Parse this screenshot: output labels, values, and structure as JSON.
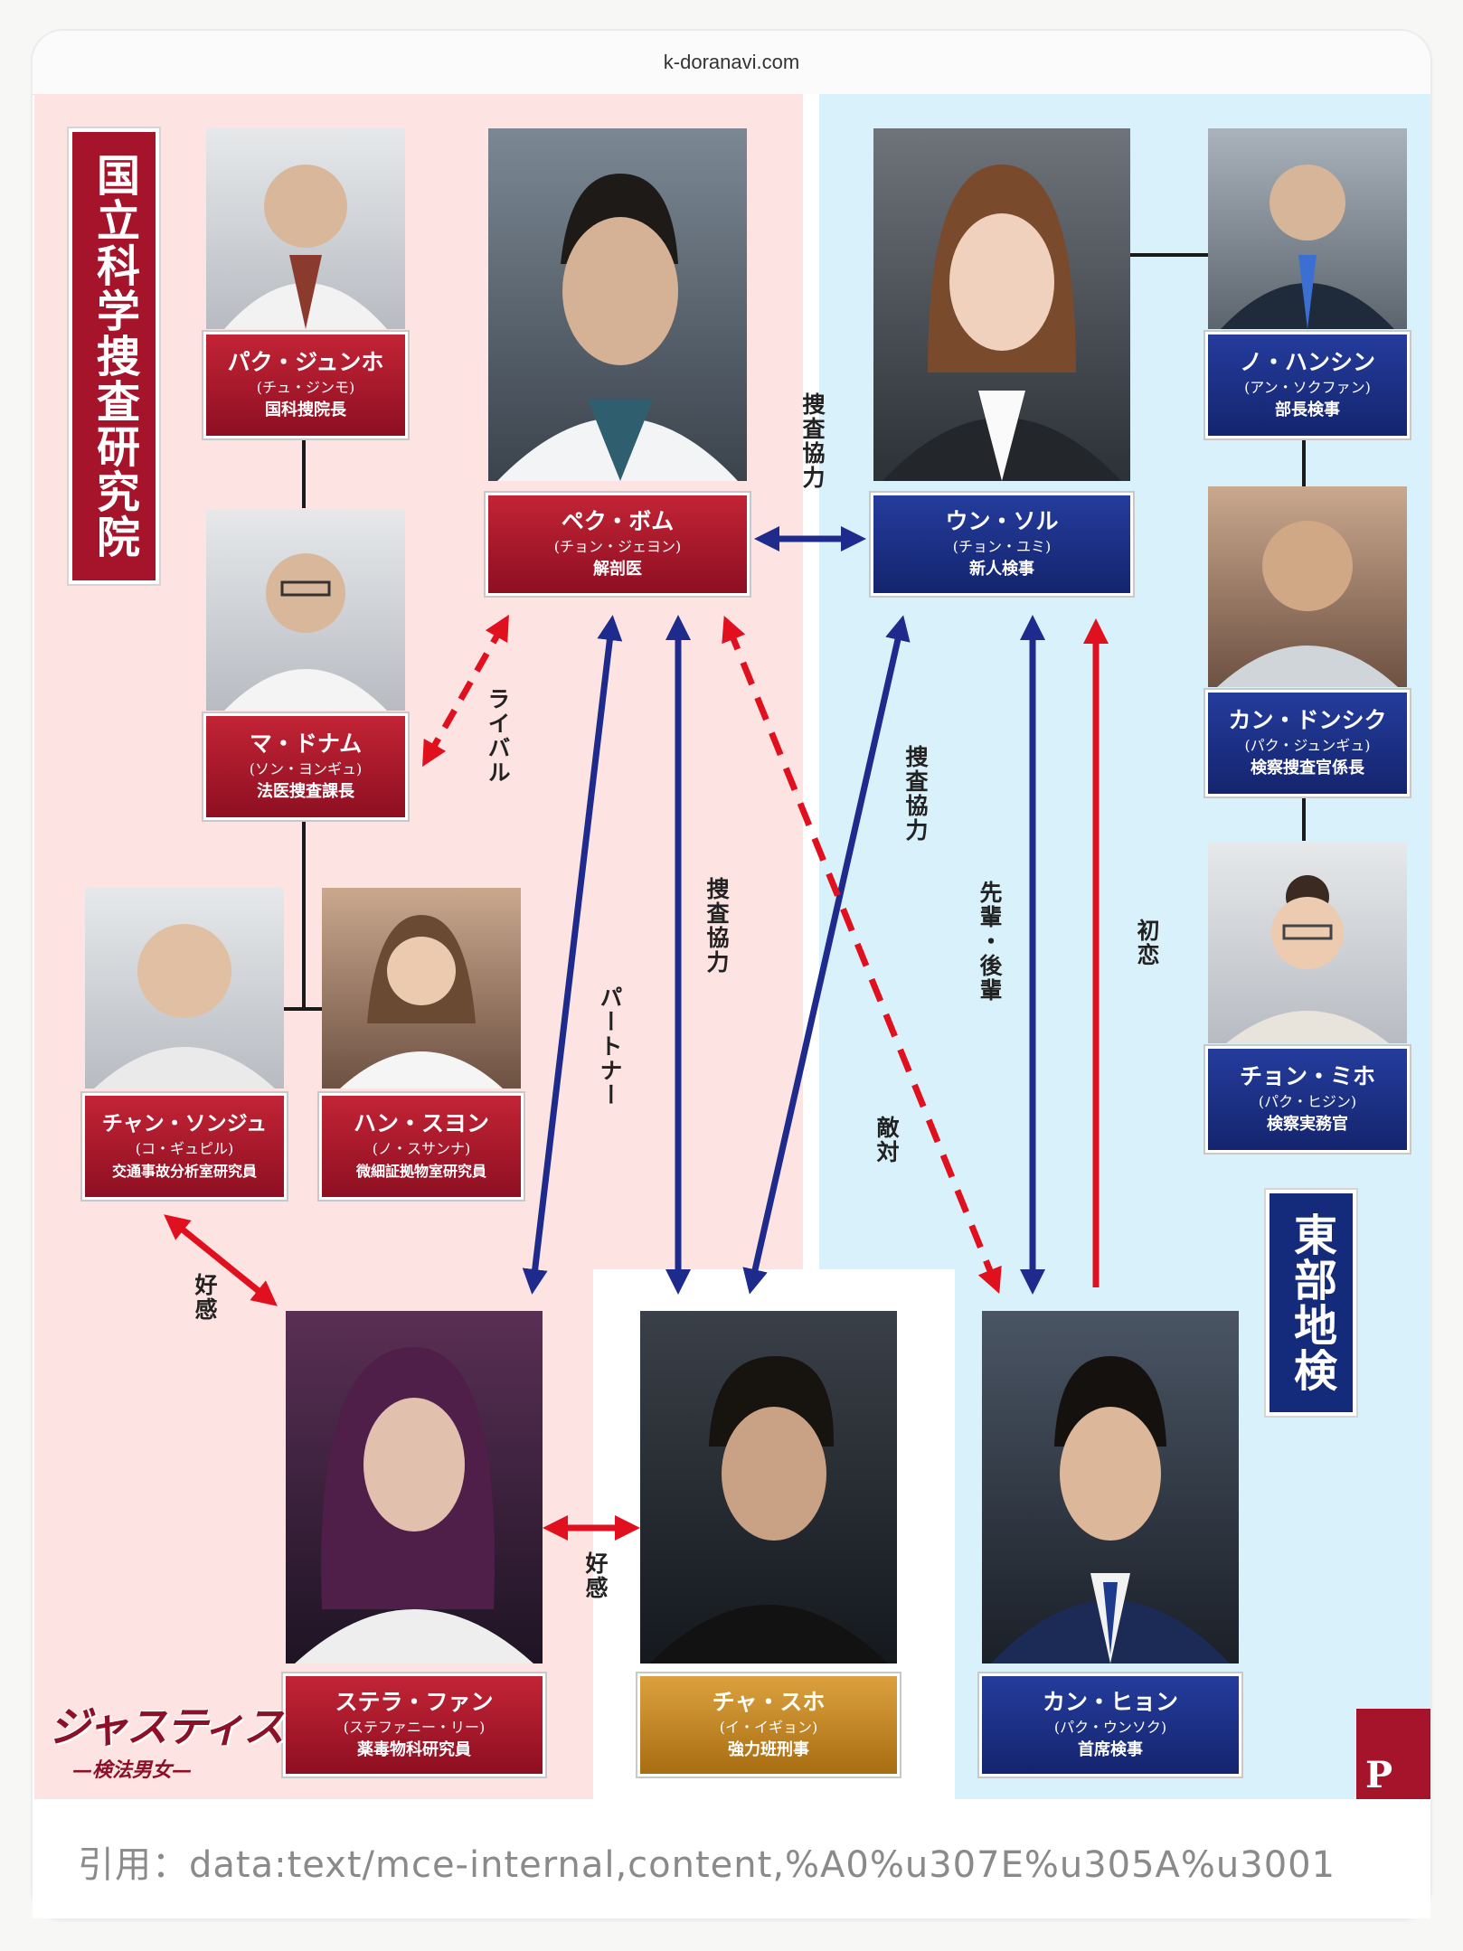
{
  "browser": {
    "url": "k-doranavi.com"
  },
  "departments": {
    "left": "国立科学捜査研究院",
    "right": "東部地検"
  },
  "characters": {
    "park_junho": {
      "name": "パク・ジュンホ",
      "actor": "(チュ・ジンモ)",
      "role": "国科捜院長"
    },
    "ma_donam": {
      "name": "マ・ドナム",
      "actor": "(ソン・ヨンギュ)",
      "role": "法医捜査課長"
    },
    "chan_sonju": {
      "name": "チャン・ソンジュ",
      "actor": "(コ・ギュピル)",
      "role": "交通事故分析室研究員"
    },
    "han_suyon": {
      "name": "ハン・スヨン",
      "actor": "(ノ・スサンナ)",
      "role": "微細証拠物室研究員"
    },
    "pek_bom": {
      "name": "ペク・ボム",
      "actor": "(チョン・ジェヨン)",
      "role": "解剖医"
    },
    "un_sol": {
      "name": "ウン・ソル",
      "actor": "(チョン・ユミ)",
      "role": "新人検事"
    },
    "no_hanshin": {
      "name": "ノ・ハンシン",
      "actor": "(アン・ソクファン)",
      "role": "部長検事"
    },
    "kang_donshik": {
      "name": "カン・ドンシク",
      "actor": "(パク・ジュンギュ)",
      "role": "検察捜査官係長"
    },
    "chon_miho": {
      "name": "チョン・ミホ",
      "actor": "(パク・ヒジン)",
      "role": "検察実務官"
    },
    "stella": {
      "name": "ステラ・ファン",
      "actor": "(ステファニー・リー)",
      "role": "薬毒物科研究員"
    },
    "cha_suho": {
      "name": "チャ・スホ",
      "actor": "(イ・イギョン)",
      "role": "強力班刑事"
    },
    "kang_hyon": {
      "name": "カン・ヒョン",
      "actor": "(パク・ウンソク)",
      "role": "首席検事"
    }
  },
  "relations": {
    "pek_un": "捜査協力",
    "ma_pek": "ライバル",
    "un_cha": "捜査協力",
    "pek_cha_partner": "パートナー",
    "pek_cha_coop": "捜査協力",
    "un_kang_senior": "先輩・後輩",
    "pek_kang": "敵対",
    "first_love": "初恋",
    "chan_stella": "好感",
    "stella_cha": "好感"
  },
  "logo": {
    "title": "ジャスティス",
    "subtitle": "—検法男女—"
  },
  "corner_text": "P",
  "footer": {
    "citation": "引用：data:text/mce-internal,content,%A0%u307E%u305A%u3001"
  },
  "colors": {
    "red": "#a5142a",
    "navy": "#142a7a",
    "gold": "#c2861f",
    "arrow_red": "#e0101e",
    "arrow_navy": "#1e2a8c"
  }
}
